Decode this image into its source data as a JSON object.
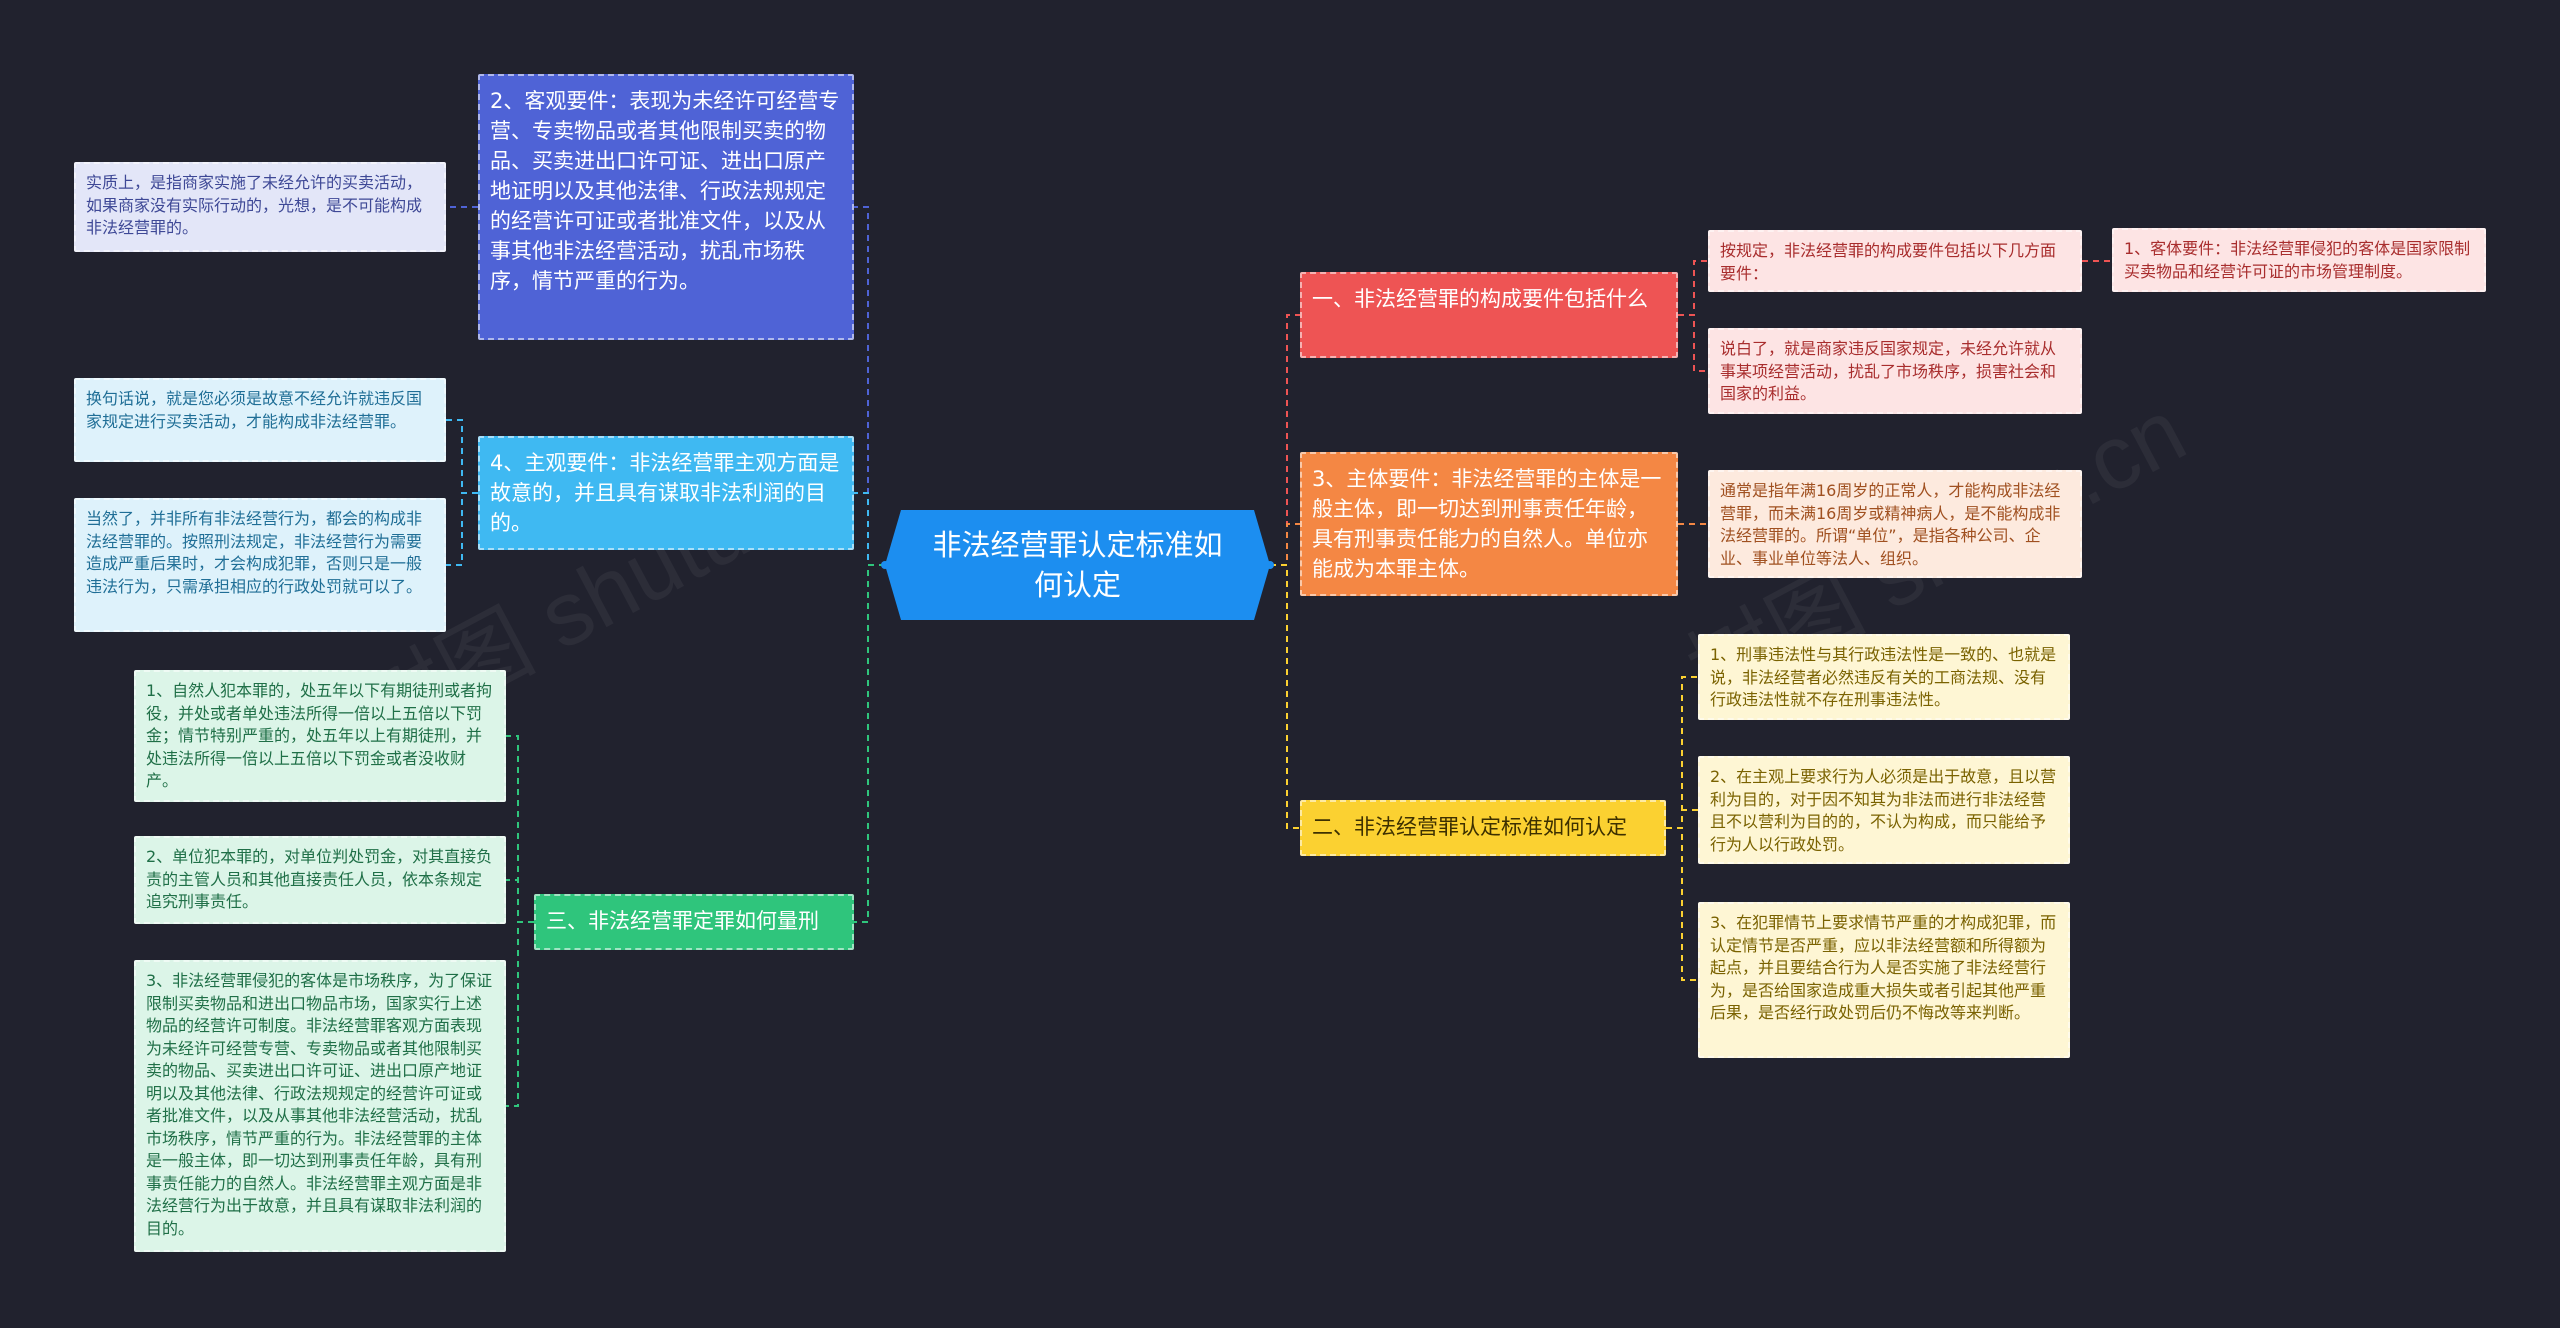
{
  "watermark": "树图 shutu.cn",
  "root": {
    "label": "非法经营罪认定标准如何认定"
  },
  "branches": {
    "right1": "一、非法经营罪的构成要件包括什么",
    "right2": "3、主体要件：非法经营罪的主体是一般主体，即一切达到刑事责任年龄，具有刑事责任能力的自然人。单位亦能成为本罪主体。",
    "right3": "二、非法经营罪认定标准如何认定",
    "left1": "2、客观要件：表现为未经许可经营专营、专卖物品或者其他限制买卖的物品、买卖进出口许可证、进出口原产地证明以及其他法律、行政法规规定的经营许可证或者批准文件，以及从事其他非法经营活动，扰乱市场秩序，情节严重的行为。",
    "left2": "4、主观要件：非法经营罪主观方面是故意的，并且具有谋取非法利润的目的。",
    "left3": "三、非法经营罪定罪如何量刑"
  },
  "leaves": {
    "r1a": "按规定，非法经营罪的构成要件包括以下几方面要件：",
    "r1a1": "1、客体要件：非法经营罪侵犯的客体是国家限制买卖物品和经营许可证的市场管理制度。",
    "r1b": "说白了，就是商家违反国家规定，未经允许就从事某项经营活动，扰乱了市场秩序，损害社会和国家的利益。",
    "r2a": "通常是指年满16周岁的正常人，才能构成非法经营罪，而未满16周岁或精神病人，是不能构成非法经营罪的。所谓“单位”，是指各种公司、企业、事业单位等法人、组织。",
    "r3a": "1、刑事违法性与其行政违法性是一致的、也就是说，非法经营者必然违反有关的工商法规、没有行政违法性就不存在刑事违法性。",
    "r3b": "2、在主观上要求行为人必须是出于故意，且以营利为目的，对于因不知其为非法而进行非法经营且不以营利为目的的，不认为构成，而只能给予行为人以行政处罚。",
    "r3c": "3、在犯罪情节上要求情节严重的才构成犯罪，而认定情节是否严重，应以非法经营额和所得额为起点，并且要结合行为人是否实施了非法经营行为，是否给国家造成重大损失或者引起其他严重后果，是否经行政处罚后仍不悔改等来判断。",
    "l1a": "实质上，是指商家实施了未经允许的买卖活动，如果商家没有实际行动的，光想，是不可能构成非法经营罪的。",
    "l2a": "换句话说，就是您必须是故意不经允许就违反国家规定进行买卖活动，才能构成非法经营罪。",
    "l2b": "当然了，并非所有非法经营行为，都会的构成非法经营罪的。按照刑法规定，非法经营行为需要造成严重后果时，才会构成犯罪，否则只是一般违法行为，只需承担相应的行政处罚就可以了。",
    "l3a": "1、自然人犯本罪的，处五年以下有期徒刑或者拘役，并处或者单处违法所得一倍以上五倍以下罚金；情节特别严重的，处五年以上有期徒刑，并处违法所得一倍以上五倍以下罚金或者没收财产。",
    "l3b": "2、单位犯本罪的，对单位判处罚金，对其直接负责的主管人员和其他直接责任人员，依本条规定追究刑事责任。",
    "l3c": "3、非法经营罪侵犯的客体是市场秩序，为了保证限制买卖物品和进出口物品市场，国家实行上述物品的经营许可制度。非法经营罪客观方面表现为未经许可经营专营、专卖物品或者其他限制买卖的物品、买卖进出口许可证、进出口原产地证明以及其他法律、行政法规规定的经营许可证或者批准文件，以及从事其他非法经营活动，扰乱市场秩序，情节严重的行为。非法经营罪的主体是一般主体，即一切达到刑事责任年龄，具有刑事责任能力的自然人。非法经营罪主观方面是非法经营行为出于故意，并且具有谋取非法利润的目的。"
  },
  "colors": {
    "background": "#21222e",
    "root": "#1c8ef0",
    "red": "#ee5454",
    "orange": "#f48744",
    "yellow": "#fbd131",
    "blue": "#4f63d6",
    "cyan": "#3fb9f2",
    "green": "#2fc57c"
  }
}
